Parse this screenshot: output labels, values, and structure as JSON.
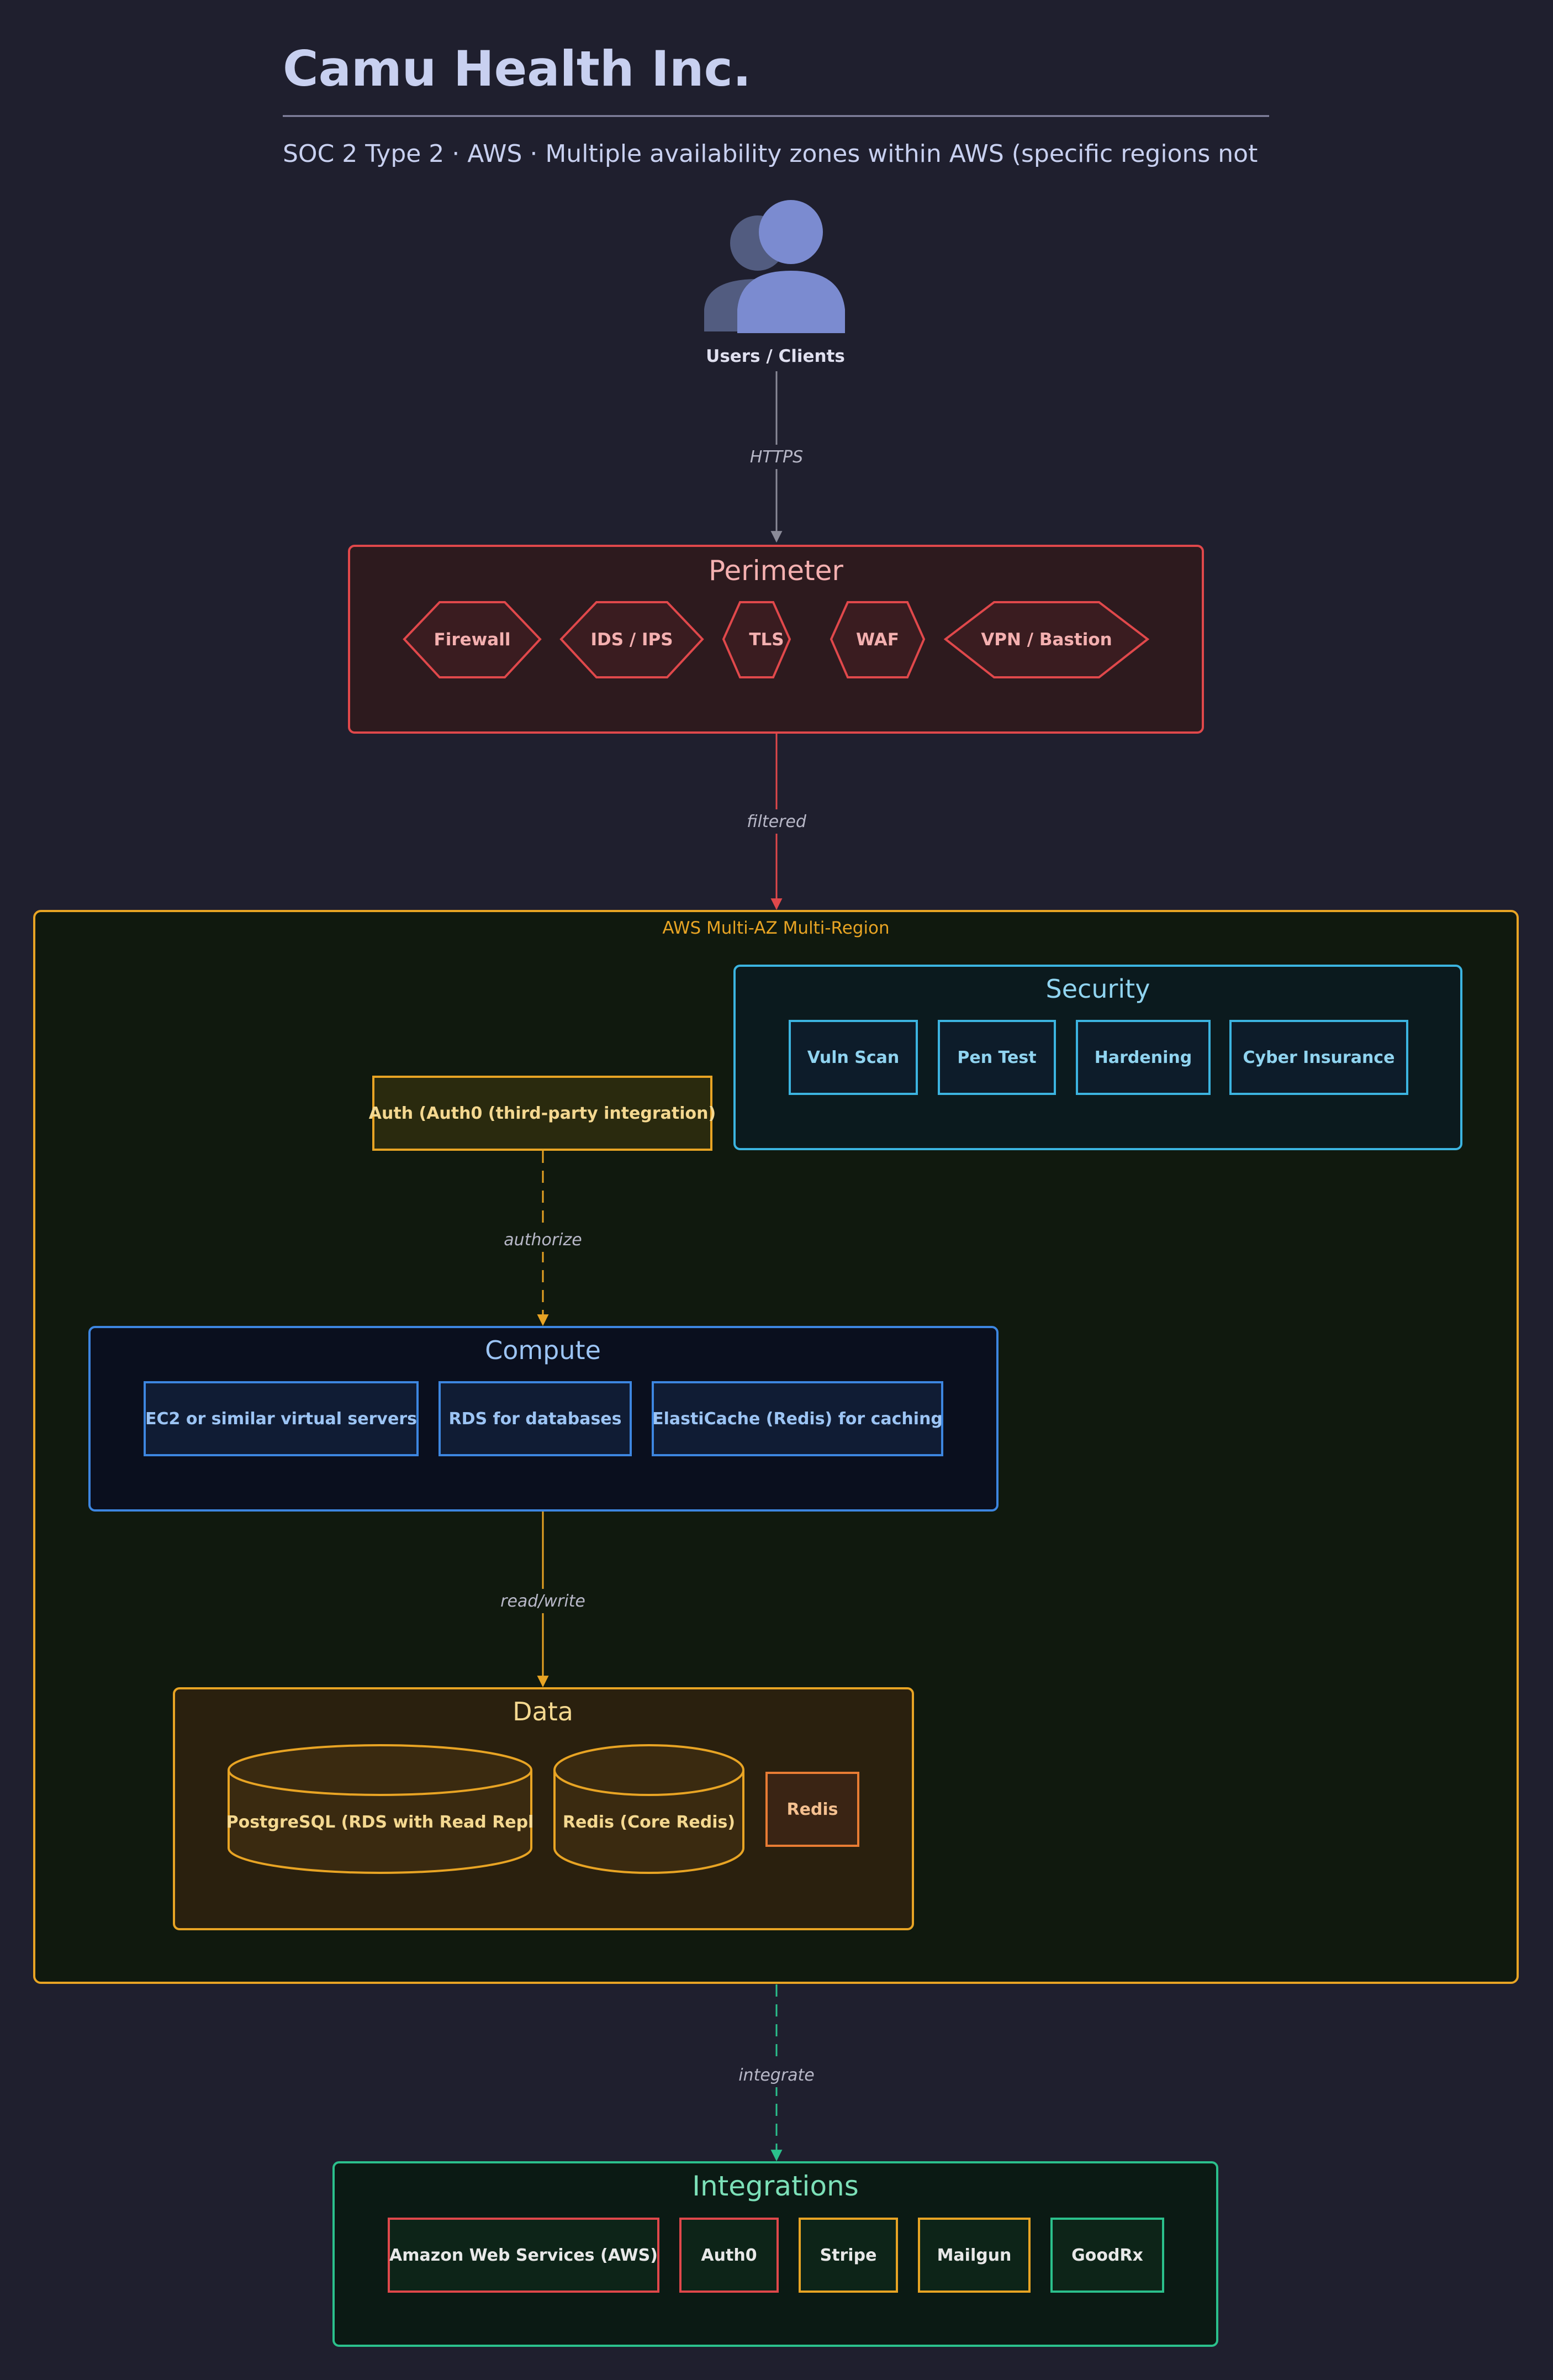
{
  "header": {
    "title": "Camu Health Inc.",
    "subtitle": "SOC 2 Type 2 · AWS · Multiple availability zones within AWS (specific regions not"
  },
  "users": {
    "label": "Users / Clients"
  },
  "edges": {
    "https": "HTTPS",
    "filtered": "filtered",
    "authorize": "authorize",
    "readwrite": "read/write",
    "integrate": "integrate"
  },
  "perimeter": {
    "title": "Perimeter",
    "items": [
      "Firewall",
      "IDS / IPS",
      "TLS",
      "WAF",
      "VPN / Bastion"
    ]
  },
  "aws": {
    "label": "AWS Multi-AZ Multi-Region"
  },
  "security": {
    "title": "Security",
    "items": [
      "Vuln Scan",
      "Pen Test",
      "Hardening",
      "Cyber Insurance"
    ]
  },
  "auth": {
    "label": "Auth (Auth0 (third-party integration)"
  },
  "compute": {
    "title": "Compute",
    "items": [
      "EC2 or similar virtual servers",
      "RDS for databases",
      "ElastiCache (Redis) for caching"
    ]
  },
  "data": {
    "title": "Data",
    "items": [
      "PostgreSQL (RDS with Read Repl",
      "Redis (Core Redis)",
      "Redis"
    ]
  },
  "integrations": {
    "title": "Integrations",
    "items": [
      "Amazon Web Services (AWS)",
      "Auth0",
      "Stripe",
      "Mailgun",
      "GoodRx"
    ]
  },
  "colors": {
    "background": "#1f1f2e",
    "title_text": "#c8d0f0",
    "users_icon_front": "#7b8bd0",
    "users_icon_back": "#525c80",
    "perimeter": "#e0484b",
    "perimeter_text": "#f4b0b0",
    "aws": "#e8a424",
    "security": "#3cb4e0",
    "security_text": "#90d4f0",
    "compute": "#3d86e0",
    "compute_text": "#9cc4f4",
    "data": "#e8a424",
    "data_text": "#f4d890",
    "redis_small": "#e87c34",
    "integrations": "#2bc08c",
    "integrations_text": "#7ce0b8",
    "edge_gray": "#8a8a98",
    "edge_label": "#b8b8c8"
  }
}
